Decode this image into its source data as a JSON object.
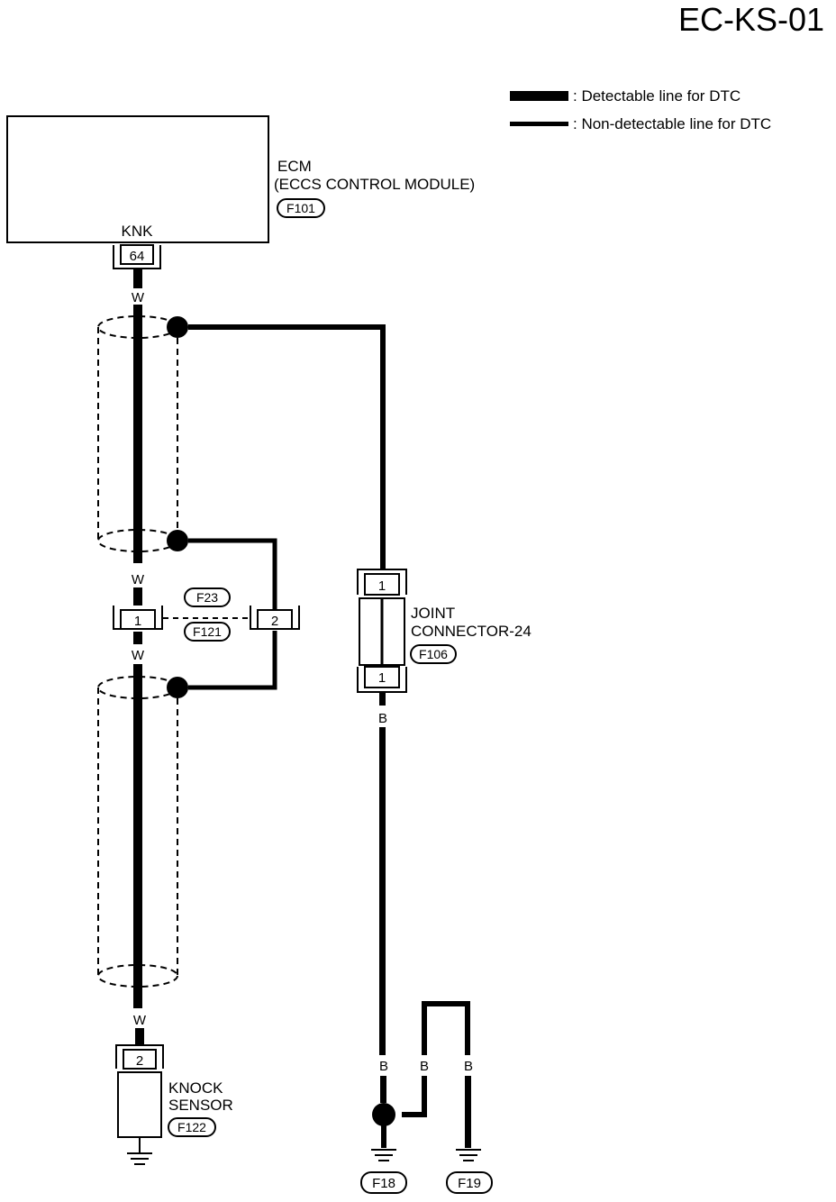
{
  "page_title": "EC-KS-01",
  "legend": {
    "detectable": ": Detectable line for DTC",
    "non_detectable": ": Non-detectable line for DTC"
  },
  "ecm": {
    "name": "ECM",
    "full_name": "(ECCS CONTROL MODULE)",
    "connector": "F101",
    "terminal_label": "KNK",
    "terminal_pin": "64"
  },
  "wire_colors": {
    "w1": "W",
    "w2": "W",
    "w3": "W",
    "w4": "W",
    "b1": "B",
    "b2": "B",
    "b3": "B",
    "b4": "B"
  },
  "harness_connector": {
    "id_top": "F23",
    "id_bottom": "F121",
    "pin_left": "1",
    "pin_right": "2"
  },
  "joint_connector": {
    "name_line1": "JOINT",
    "name_line2": "CONNECTOR-24",
    "connector": "F106",
    "pin_top": "1",
    "pin_bottom": "1"
  },
  "knock_sensor": {
    "name_line1": "KNOCK",
    "name_line2": "SENSOR",
    "connector": "F122",
    "pin": "2"
  },
  "grounds": {
    "g1": "F18",
    "g2": "F19"
  }
}
